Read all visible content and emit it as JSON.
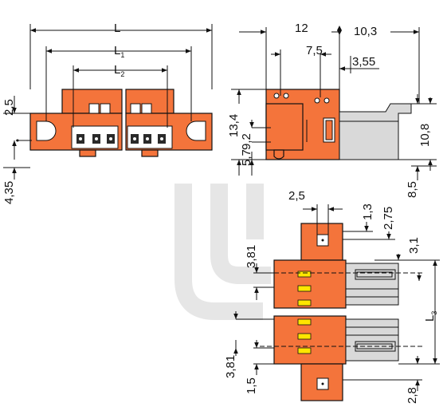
{
  "colors": {
    "housing": "#f4743b",
    "contact": "#ffe600",
    "latch": "#d9d9d9",
    "watermark": "#e6e6e6"
  },
  "front_view": {
    "L": "L",
    "L1": "L",
    "L1_sub": "1",
    "L2": "L",
    "L2_sub": "2",
    "d_2_5": "2,5",
    "d_4_35": "4,35"
  },
  "side_view": {
    "d_12": "12",
    "d_10_3": "10,3",
    "d_7_5": "7,5",
    "d_3_55": "3,55",
    "d_13_4": "13,4",
    "d_9_2": "9,2",
    "d_5_7": "5,7",
    "d_10_8": "10,8",
    "d_8_5": "8,5"
  },
  "top_view": {
    "d_2_5": "2,5",
    "d_1_3": "1,3",
    "d_2_75": "2,75",
    "d_3_81_top": "3,81",
    "d_3_1": "3,1",
    "L3": "L",
    "L3_sub": "3",
    "d_3_81_bottom": "3,81",
    "d_1_5": "1,5",
    "d_2_8": "2,8"
  }
}
